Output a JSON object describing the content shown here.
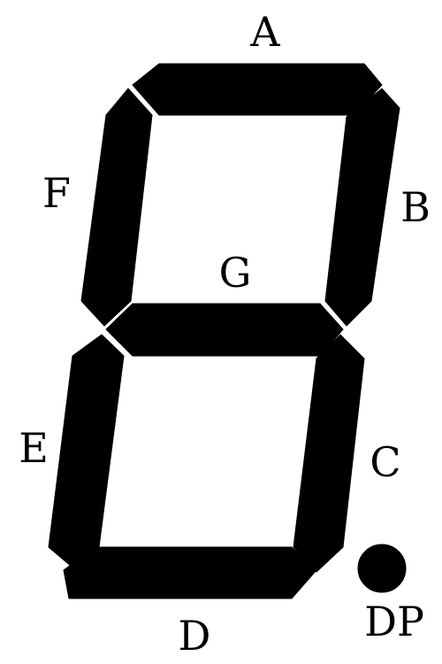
{
  "segments": [
    {
      "id": "a",
      "label": "A"
    },
    {
      "id": "b",
      "label": "B"
    },
    {
      "id": "c",
      "label": "C"
    },
    {
      "id": "d",
      "label": "D"
    },
    {
      "id": "e",
      "label": "E"
    },
    {
      "id": "f",
      "label": "F"
    },
    {
      "id": "g",
      "label": "G"
    },
    {
      "id": "dp",
      "label": "DP"
    }
  ],
  "colors": {
    "segment": "#000000",
    "background": "#ffffff",
    "label": "#000000"
  }
}
